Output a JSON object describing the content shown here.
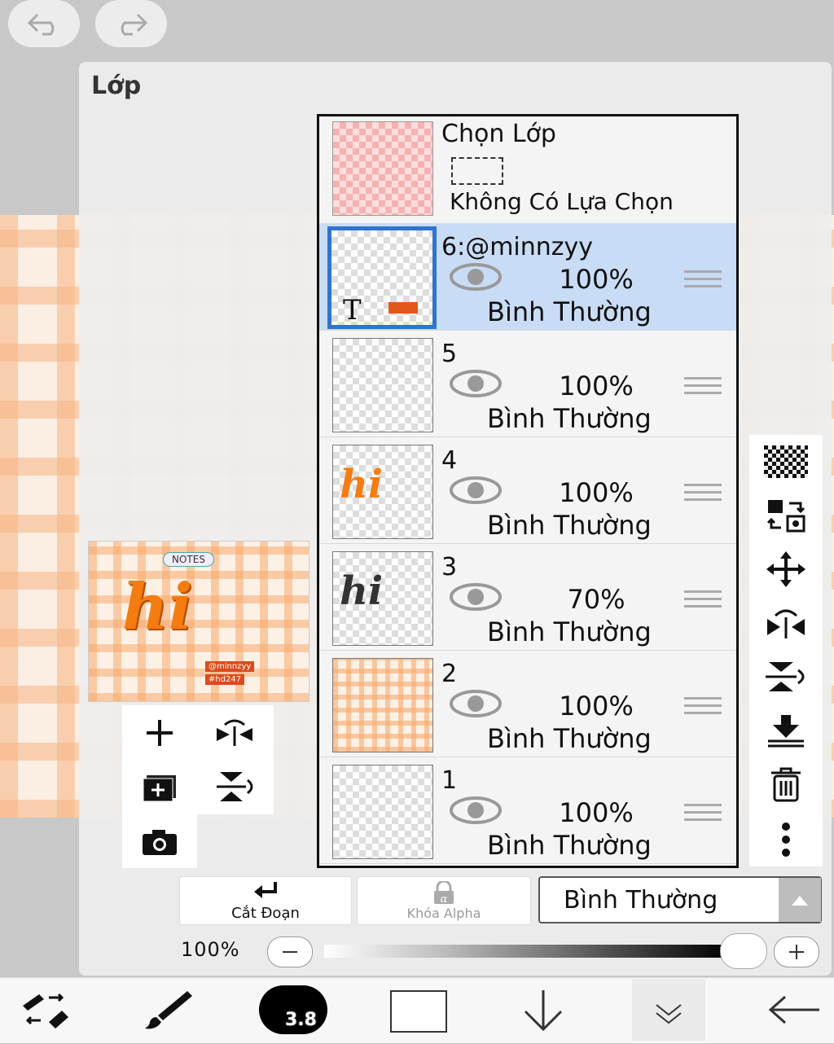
{
  "panel": {
    "title": "Lớp"
  },
  "selection": {
    "title": "Chọn Lớp",
    "status": "Không Có Lựa Chọn"
  },
  "layers": [
    {
      "name": "6:@minnzyy",
      "opacity": "100%",
      "blend": "Bình Thường",
      "selected": true,
      "thumb_text": "T"
    },
    {
      "name": "5",
      "opacity": "100%",
      "blend": "Bình Thường"
    },
    {
      "name": "4",
      "opacity": "100%",
      "blend": "Bình Thường"
    },
    {
      "name": "3",
      "opacity": "70%",
      "blend": "Bình Thường"
    },
    {
      "name": "2",
      "opacity": "100%",
      "blend": "Bình Thường"
    },
    {
      "name": "1",
      "opacity": "100%",
      "blend": "Bình Thường"
    }
  ],
  "preview": {
    "word": "hi",
    "notes": "NOTES",
    "tag1": "@minnzyy",
    "tag2": "#hd247"
  },
  "controls": {
    "clip_label": "Cắt Đoạn",
    "alpha_lock_label": "Khóa Alpha",
    "blend_mode": "Bình Thường",
    "opacity_label": "100%",
    "opacity_value": 1.0
  },
  "bottom": {
    "brush_size": "3.8"
  },
  "colors": {
    "selected_row": "#c9dcf5",
    "selected_border": "#2f74d0",
    "accent_orange": "#f57c10"
  },
  "icons": {
    "left_tools": [
      "plus-icon",
      "flip-horizontal-icon",
      "add-layer-icon",
      "flip-vertical-icon",
      "camera-icon"
    ],
    "right_tools": [
      "transparency-icon",
      "swap-layer-icon",
      "move-icon",
      "flip-horizontal-icon",
      "flip-vertical-icon",
      "merge-down-icon",
      "trash-icon",
      "more-icon"
    ]
  }
}
